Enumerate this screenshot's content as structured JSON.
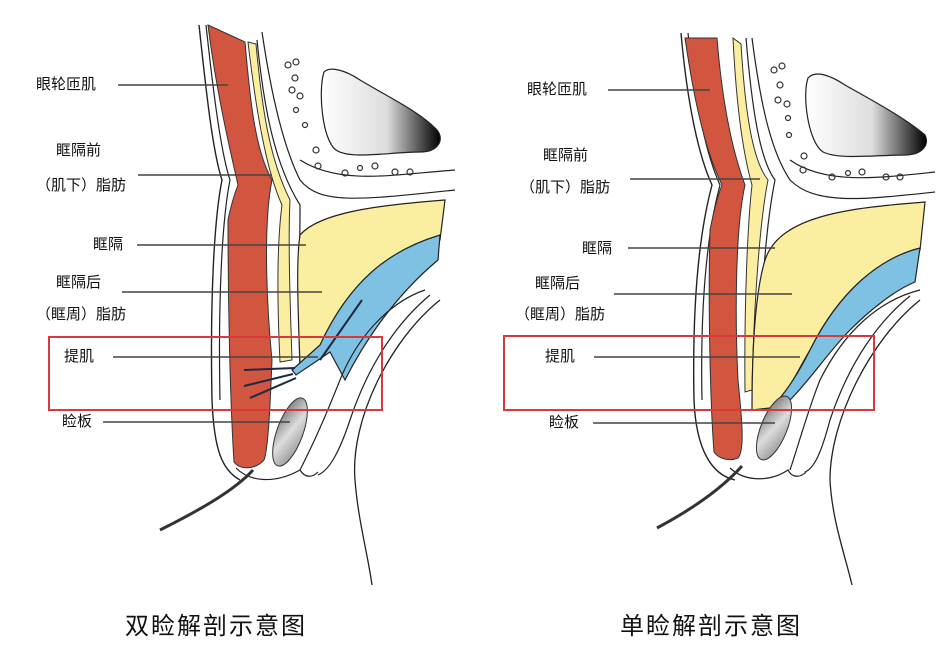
{
  "colors": {
    "muscle": "#d2553f",
    "fat": "#fbeea0",
    "levator": "#7fc1e3",
    "tarsus": "#a9a9a9",
    "highlight_box": "#d9393b",
    "leader_line": "#444444"
  },
  "panels": [
    {
      "id": "double-eyelid",
      "caption": "双睑解剖示意图",
      "labels": {
        "orbicularis": "眼轮匝肌",
        "preseptal_fat_1": "眶隔前",
        "preseptal_fat_2": "（肌下）脂肪",
        "septum": "眶隔",
        "postseptal_fat_1": "眶隔后",
        "postseptal_fat_2": "（眶周）脂肪",
        "levator": "提肌",
        "tarsus": "睑板"
      }
    },
    {
      "id": "single-eyelid",
      "caption": "单睑解剖示意图",
      "labels": {
        "orbicularis": "眼轮匝肌",
        "preseptal_fat_1": "眶隔前",
        "preseptal_fat_2": "（肌下）脂肪",
        "septum": "眶隔",
        "postseptal_fat_1": "眶隔后",
        "postseptal_fat_2": "（眶周）脂肪",
        "levator": "提肌",
        "tarsus": "睑板"
      }
    }
  ]
}
